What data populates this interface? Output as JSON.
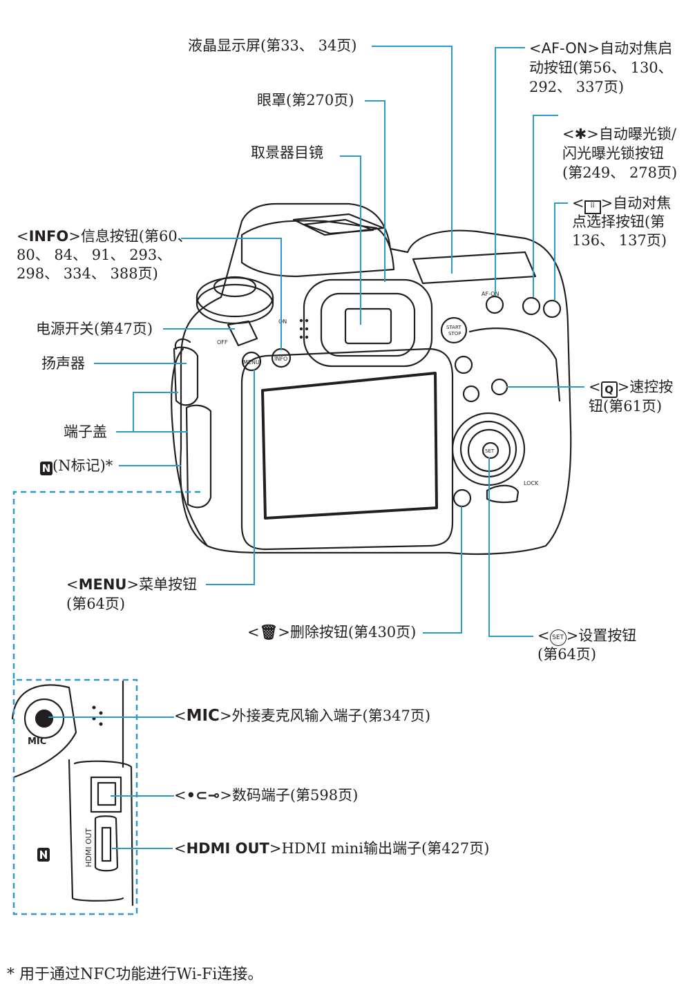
{
  "labels": {
    "lcd": "液晶显示屏(第33、 34页)",
    "eyecup": "眼罩(第270页)",
    "eyepiece": "取景器目镜",
    "info_sym": "INFO",
    "info_text": "信息按钮(第60、",
    "info_l2": "80、 84、 91、 293、",
    "info_l3": "298、 334、 388页)",
    "power": "电源开关(第47页)",
    "speaker": "扬声器",
    "terminal_cover": "端子盖",
    "n_mark": "(N标记)*",
    "menu_sym": "MENU",
    "menu_text": "菜单按钮",
    "menu_l2": "(第64页)",
    "erase_text": "删除按钮(第430页)",
    "set_text": "设置按钮",
    "set_l2": "(第64页)",
    "afon_sym": "AF-ON",
    "afon_text": "自动对焦启",
    "afon_l2": "动按钮(第56、 130、",
    "afon_l3": "292、 337页)",
    "ael_text": "自动曝光锁/",
    "ael_l2": "闪光曝光锁按钮",
    "ael_l3": "(第249、 278页)",
    "afpoint_text": "自动对焦",
    "afpoint_l2": "点选择按钮(第",
    "afpoint_l3": "136、 137页)",
    "q_sym": "Q",
    "q_text": "速控按",
    "q_l2": "钮(第61页)",
    "mic_sym": "MIC",
    "mic_text": "外接麦克风输入端子(第347页)",
    "digital_text": "数码端子(第598页)",
    "hdmi_sym": "HDMI OUT",
    "hdmi_text": "HDMI mini输出端子(第427页)",
    "footnote": "* 用于通过NFC功能进行Wi-Fi连接。"
  },
  "camera_marks": {
    "menu": "MENU",
    "info": "INFO",
    "afon": "AF-ON",
    "start_stop_1": "START",
    "start_stop_2": "STOP",
    "set": "SET",
    "lock": "LOCK",
    "off": "OFF",
    "on": "ON",
    "mic": "MIC",
    "hdmi": "HDMI OUT"
  },
  "colors": {
    "leader": "#2b9ac6",
    "ink": "#231f20"
  },
  "icons": [
    "trash-icon",
    "usb-icon",
    "nfc-icon",
    "star-icon",
    "af-point-icon",
    "q-icon",
    "set-icon"
  ]
}
